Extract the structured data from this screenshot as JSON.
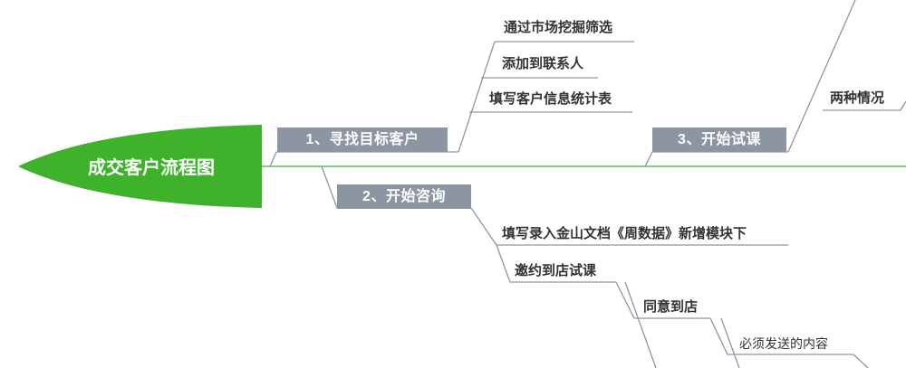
{
  "root": {
    "title": "成交客户流程图",
    "color": "#3fb22c"
  },
  "node_color": "#8c96a2",
  "line_color": "#8c96a2",
  "branches": {
    "b1": {
      "label": "1、寻找目标客户",
      "children": [
        "通过市场挖掘筛选",
        "添加到联系人",
        "填写客户信息统计表"
      ]
    },
    "b2": {
      "label": "2、开始咨询",
      "children": [
        "填写录入金山文档《周数据》新增模块下",
        "邀约到店试课"
      ],
      "sub": {
        "label": "同意到店",
        "children": [
          "必须发送的内容"
        ]
      }
    },
    "b3": {
      "label": "3、开始试课",
      "children": [
        "两种情况"
      ]
    }
  }
}
